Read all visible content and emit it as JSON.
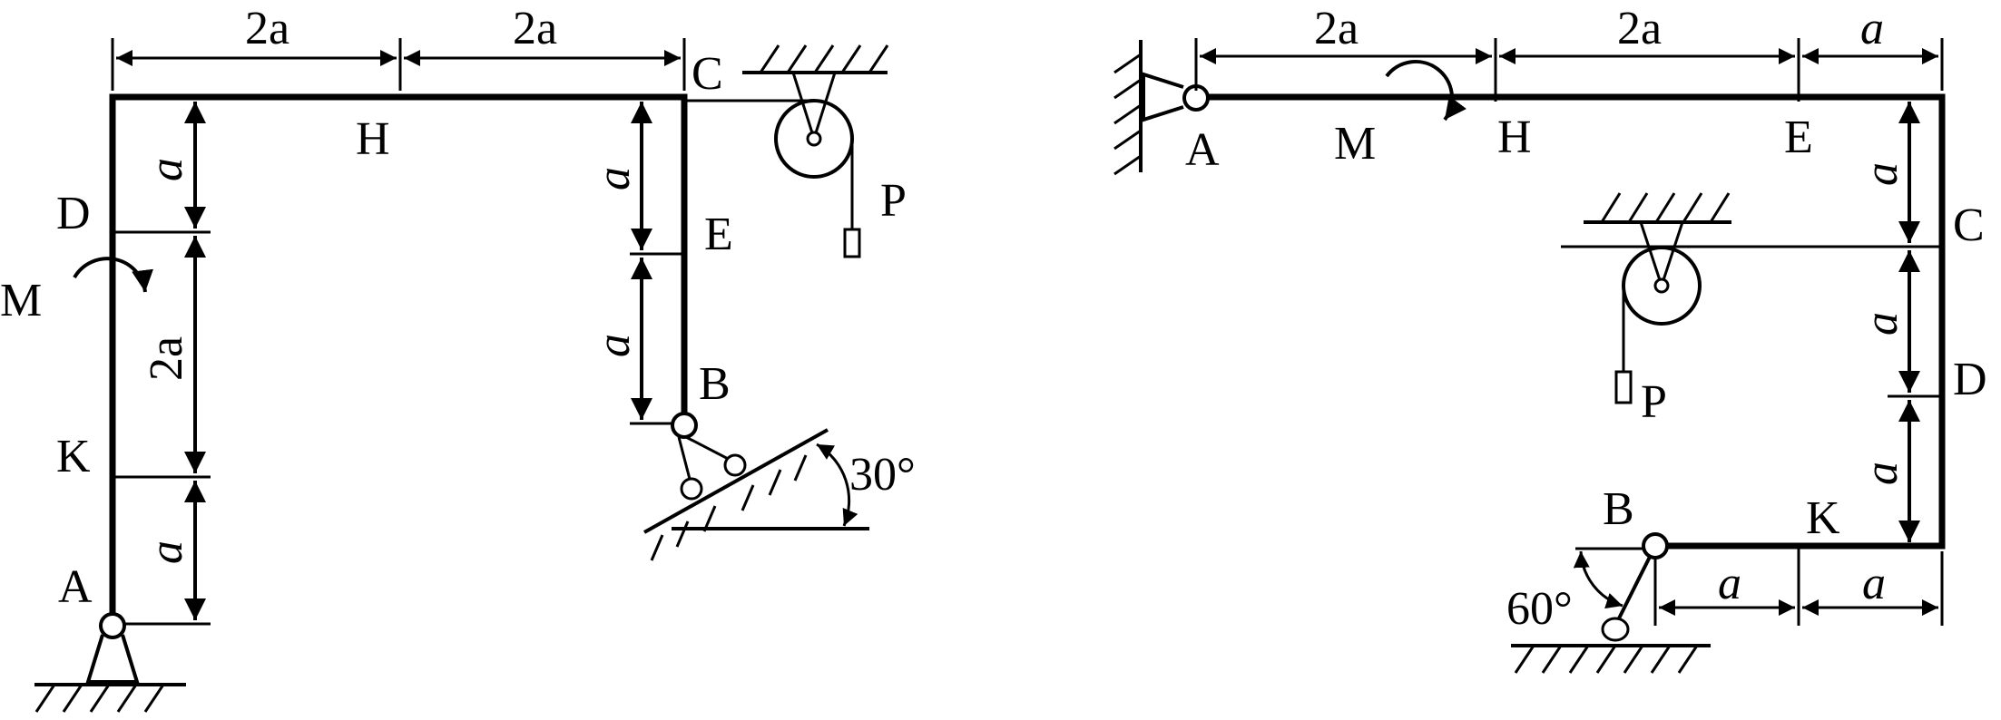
{
  "left": {
    "points": {
      "A": "A",
      "B": "B",
      "C": "C",
      "D": "D",
      "E": "E",
      "H": "H",
      "K": "K"
    },
    "moment": "M",
    "weight": "P",
    "angle": "30°",
    "dims": {
      "top1": "2a",
      "top2": "2a",
      "v_a1": "a",
      "v_2a": "2a",
      "v_a2": "a",
      "r_a1": "a",
      "r_a2": "a"
    }
  },
  "right": {
    "points": {
      "A": "A",
      "B": "B",
      "C": "C",
      "D": "D",
      "E": "E",
      "H": "H",
      "K": "K"
    },
    "moment": "M",
    "weight": "P",
    "angle": "60°",
    "dims": {
      "top1": "2a",
      "top2": "2a",
      "top3": "a",
      "v_a1": "a",
      "v_a2": "a",
      "v_a3": "a",
      "b_a1": "a",
      "b_a2": "a"
    }
  }
}
